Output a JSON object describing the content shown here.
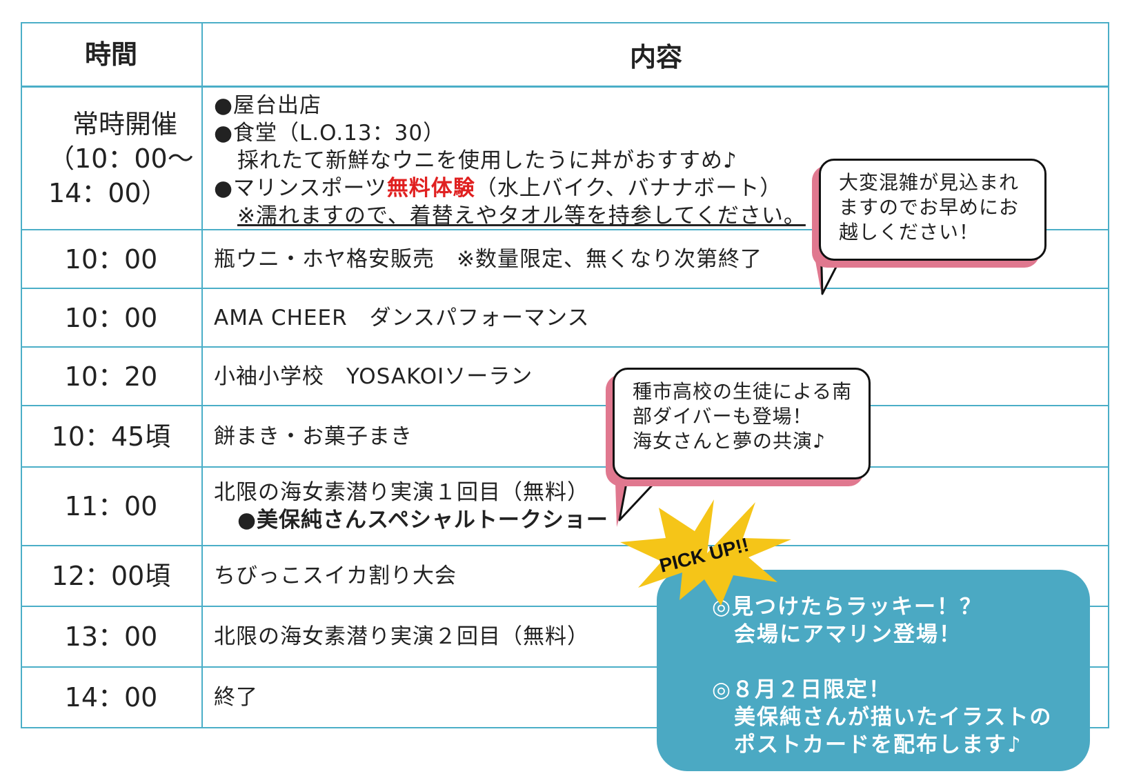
{
  "header": {
    "time": "時間",
    "content": "内容"
  },
  "rows": [
    {
      "time_lines": [
        "常時開催",
        "（10：00～",
        "14：00）"
      ]
    },
    {
      "time": "10：00",
      "content": "瓶ウニ・ホヤ格安販売　※数量限定、無くなり次第終了"
    },
    {
      "time": "10：00",
      "content": "AMA CHEER　ダンスパフォーマンス"
    },
    {
      "time": "10：20",
      "content": "小袖小学校　YOSAKOIソーラン"
    },
    {
      "time": "10：45頃",
      "content": "餅まき・お菓子まき"
    },
    {
      "time": "11：00",
      "content": "北限の海女素潜り実演１回目（無料）",
      "content2": "●美保純さんスペシャルトークショー"
    },
    {
      "time": "12：00頃",
      "content": "ちびっこスイカ割り大会"
    },
    {
      "time": "13：00",
      "content": "北限の海女素潜り実演２回目（無料）"
    },
    {
      "time": "14：00",
      "content": "終了"
    }
  ],
  "always": {
    "line1": "●屋台出店",
    "line2": "●食堂（L.O.13：30）",
    "line3": "採れたて新鮮なウニを使用したうに丼がおすすめ♪",
    "line4_pre": "●マリンスポーツ",
    "line4_red": "無料体験",
    "line4_post": "（水上バイク、バナナボート）",
    "line5": "※濡れますので、着替えやタオル等を持参してください。"
  },
  "bubble1": {
    "lines": [
      "大変混雑が見込まれ",
      "ますのでお早めにお",
      "越しください！"
    ]
  },
  "bubble2": {
    "lines": [
      "種市高校の生徒による南",
      "部ダイバーも登場！",
      "海女さんと夢の共演♪"
    ]
  },
  "pickup": {
    "badge": "PICK UP!!",
    "line1": "◎見つけたらラッキー！？",
    "line2": "会場にアマリン登場！",
    "line3": "◎８月２日限定！",
    "line4": "美保純さんが描いたイラストの",
    "line5": "ポストカードを配布します♪"
  },
  "colors": {
    "table_border": "#4aaec7",
    "bubble_shadow": "#e0788f",
    "pickup_bg": "#4ba9c3",
    "burst": "#f5c518",
    "accent_red": "#e02020"
  }
}
